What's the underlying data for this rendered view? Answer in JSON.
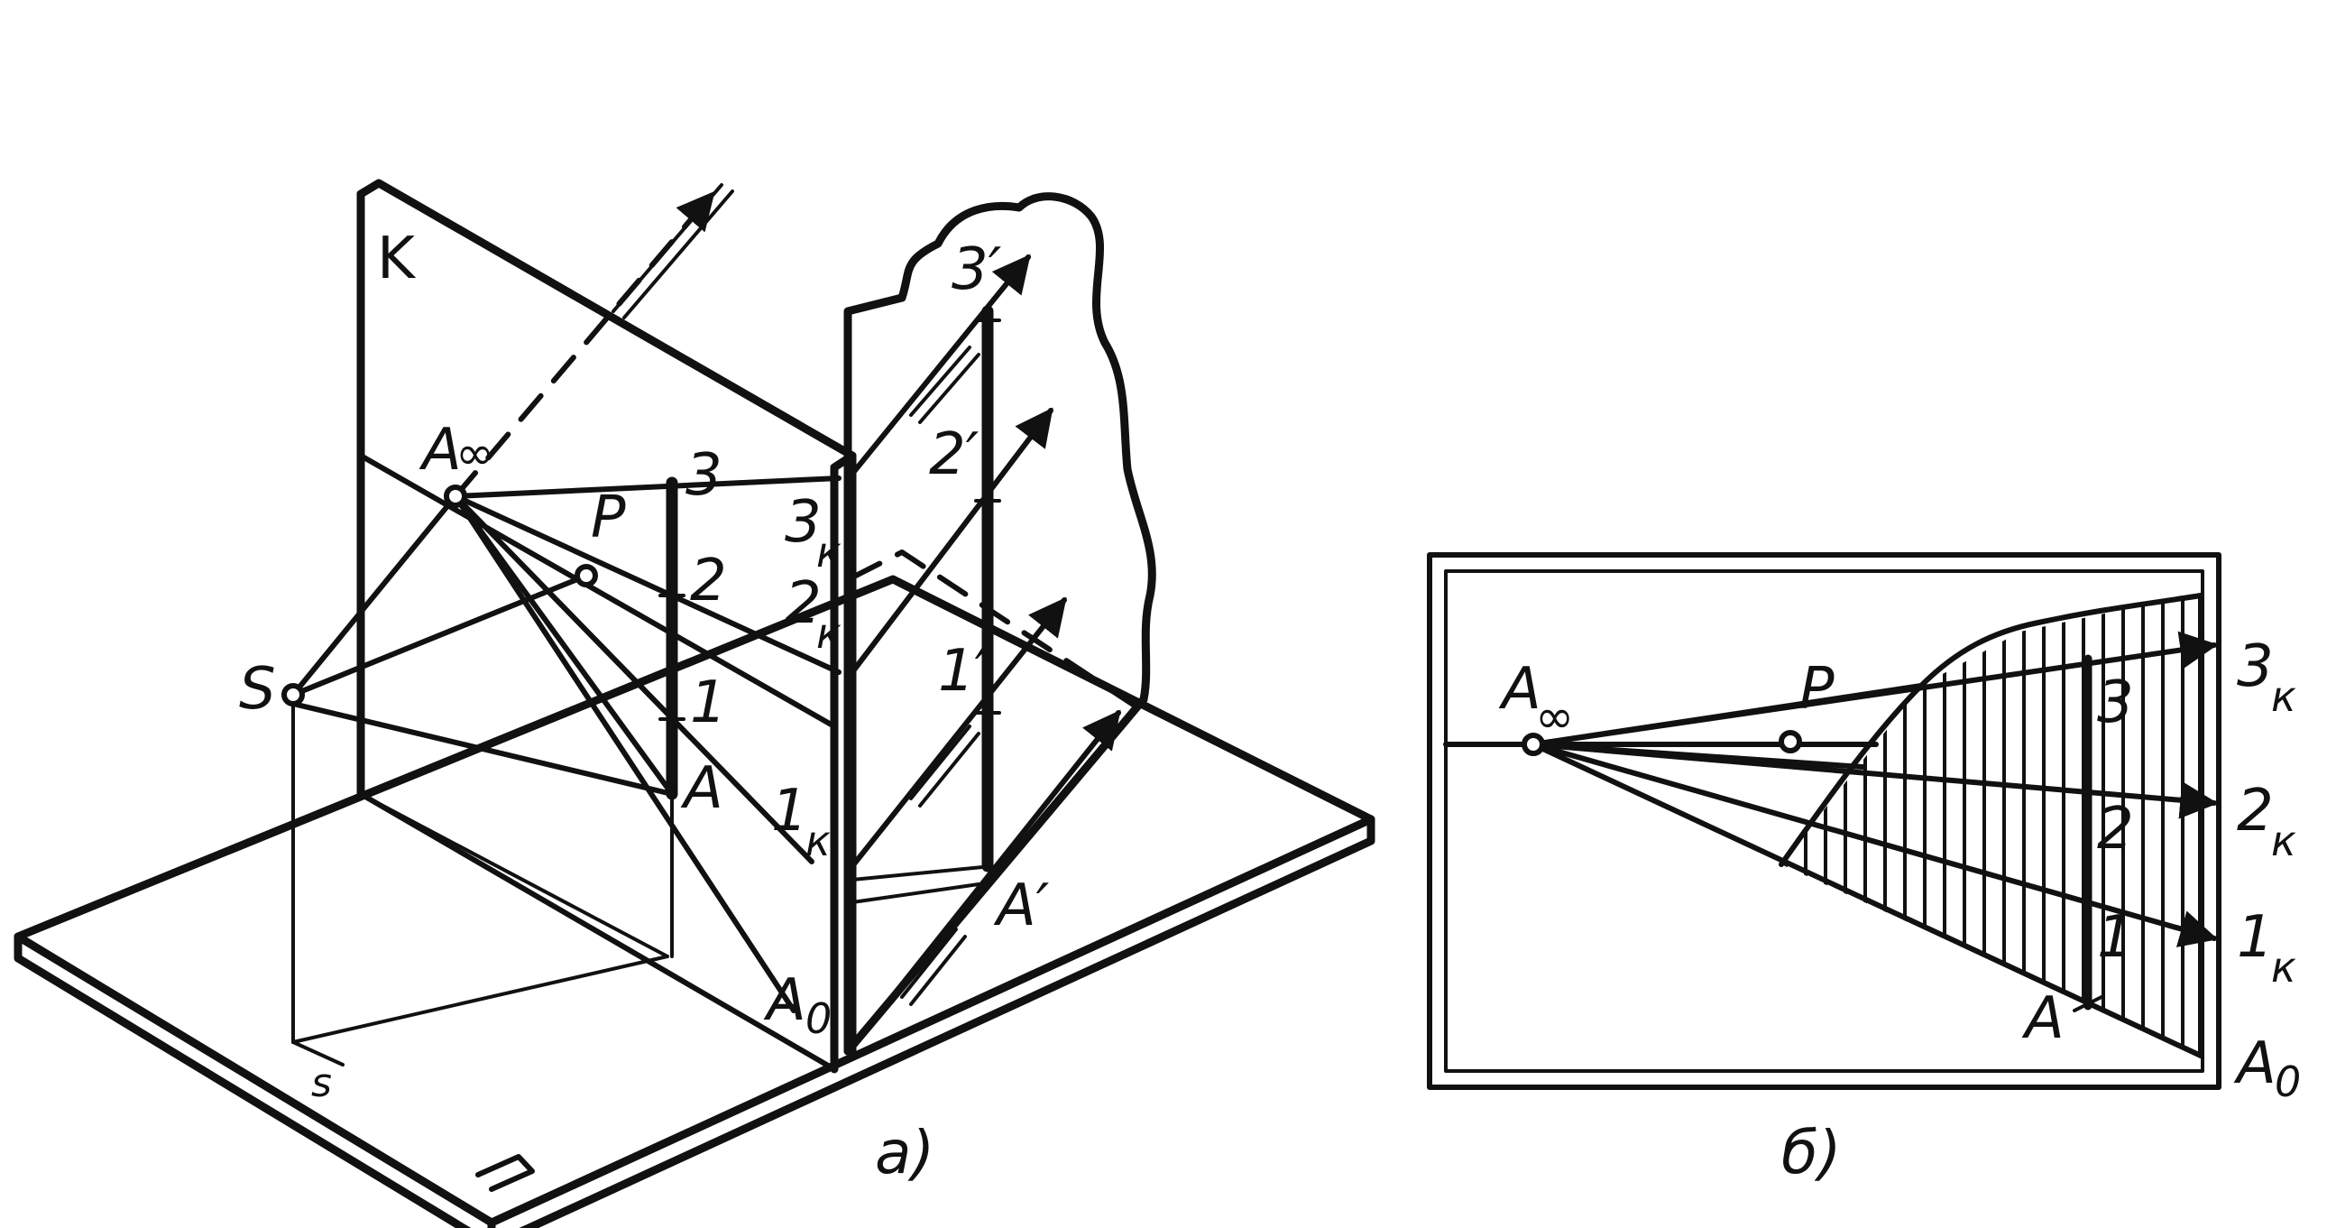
{
  "figure_a": {
    "caption": "a)",
    "plane_label": "K",
    "labels": {
      "a_inf": "A",
      "inf": "∞",
      "p": "P",
      "s": "S",
      "s_lower": "s",
      "a": "A",
      "a0": "A",
      "a0_sub": "0",
      "a_prime": "A′",
      "n1": "1",
      "n2": "2",
      "n3": "3",
      "k1": "1",
      "k2": "2",
      "k3": "3",
      "k_sub": "к",
      "p1": "1′",
      "p2": "2′",
      "p3": "3′"
    }
  },
  "figure_b": {
    "caption": "б)",
    "labels": {
      "a_inf": "A",
      "inf": "∞",
      "p": "P",
      "n1": "1",
      "n2": "2",
      "n3": "3",
      "a": "A",
      "a0": "A",
      "a0_sub": "0",
      "k1": "1",
      "k2": "2",
      "k3": "3",
      "k_sub": "к"
    }
  }
}
